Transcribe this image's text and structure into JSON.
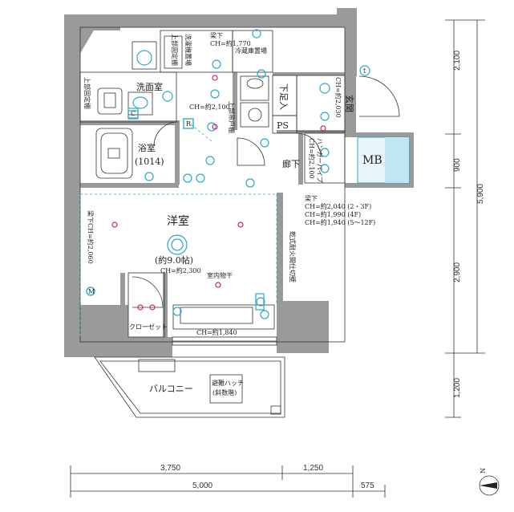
{
  "rooms": {
    "washroom": "洗面室",
    "bathroom": "浴室",
    "bath_size": "(1014)",
    "western_room": "洋室",
    "western_size": "(約9.0帖)",
    "western_ch": "CH=約2,300",
    "indoor_drying": "室内物干",
    "closet": "クローゼット",
    "corridor": "廊下",
    "entrance": "玄関",
    "shoe_box": "下足入",
    "ps": "PS",
    "mb": "MB",
    "balcony": "バルコニー",
    "hatch": "避難ハッチ",
    "hatch_sub": "(斜数階)",
    "washer": "洗濯機置場",
    "fixed_shelf_left": "上部固定棚",
    "fixed_shelf_top": "上部固定棚",
    "fridge": "冷蔵庫置場",
    "upper_cabinet": "上部吊戸棚",
    "hanger_pipe": "ハンガーパイプ",
    "dry_wall": "乾式耐火間仕切壁"
  },
  "notes": {
    "beam_top": "梁下",
    "ch_top": "CH=約1,770",
    "ch_wash": "CH=約2,100",
    "ch_entrance": "CH=約2,030",
    "ch_corridor": "CH=約2,100",
    "beam_left": "梁下CH=約2,060",
    "ch_window": "CH=約1,840",
    "beam_right": "梁下",
    "ch_floors": [
      "CH=約2,040 (2・3F)",
      "CH=約1,990 (4F)",
      "CH=約1,940 (5～12F)"
    ]
  },
  "dimensions": {
    "right": [
      "2,100",
      "900",
      "2,900",
      "1,200"
    ],
    "right_total": "5,900",
    "bottom": [
      "3,750",
      "1,250"
    ],
    "bottom_total": [
      "5,000",
      "575"
    ]
  },
  "symbols": {
    "c": "C",
    "r": "R",
    "m": "M",
    "t": "t",
    "n": "N"
  }
}
